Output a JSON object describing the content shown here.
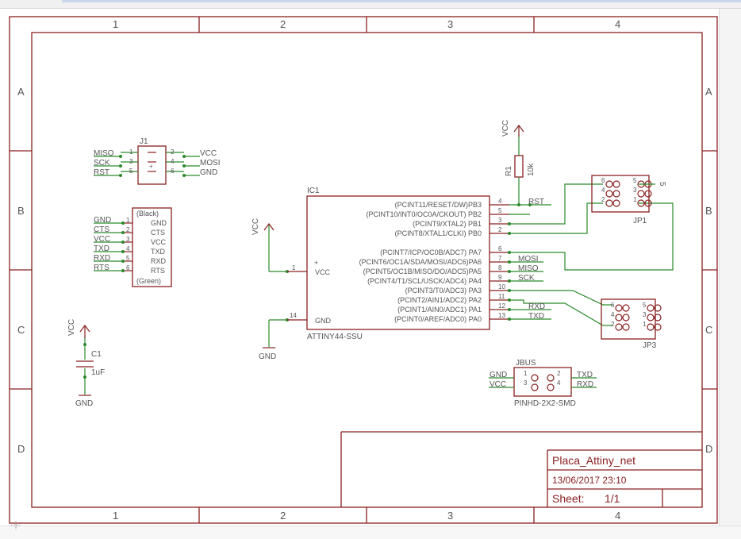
{
  "sheet": {
    "columns": [
      "1",
      "2",
      "3",
      "4"
    ],
    "rows": [
      "A",
      "B",
      "C",
      "D"
    ]
  },
  "title_block": {
    "title": "Placa_Attiny_net",
    "date": "13/06/2017 23:10",
    "sheet_label": "Sheet:",
    "sheet_value": "1/1"
  },
  "ic1": {
    "name": "IC1",
    "part": "ATTINY44-SSU",
    "vcc_pin": "VCC",
    "gnd_pin": "GND",
    "vcc_num": "1",
    "gnd_num": "14",
    "plus": "+",
    "pins": [
      {
        "name": "(PCINT11/RESET/DW)PB3",
        "num": "4"
      },
      {
        "name": "(PCINT10/INT0/OC0A/CKOUT) PB2",
        "num": "5"
      },
      {
        "name": "(PCINT9/XTAL2) PB1",
        "num": "3"
      },
      {
        "name": "(PCINT8/XTAL1/CLKI) PB0",
        "num": "2"
      },
      {
        "name": "(PCINT7/ICP/OC0B/ADC7) PA7",
        "num": "6"
      },
      {
        "name": "(PCINT6/OC1A/SDA/MOSI/ADC6)PA6",
        "num": "7"
      },
      {
        "name": "(PCINT5/OC1B/MISO/DO/ADC5)PA5",
        "num": "8"
      },
      {
        "name": "(PCINT4/T1/SCL/USCK/ADC4) PA4",
        "num": "9"
      },
      {
        "name": "(PCINT3/T0/ADC3) PA3",
        "num": "10"
      },
      {
        "name": "(PCINT2/AIN1/ADC2) PA2",
        "num": "11"
      },
      {
        "name": "(PCINT1/AIN0/ADC1) PA1",
        "num": "12"
      },
      {
        "name": "(PCINT0/AREF/ADC0) PA0",
        "num": "13"
      }
    ],
    "net_labels": [
      "RST",
      "MOSI",
      "MISO",
      "SCK",
      "RXD",
      "TXD"
    ]
  },
  "j1": {
    "name": "J1",
    "left": [
      {
        "net": "MISO",
        "num": "1"
      },
      {
        "net": "SCK",
        "num": "3"
      },
      {
        "net": "RST",
        "num": "5"
      }
    ],
    "right": [
      {
        "net": "VCC",
        "num": "2"
      },
      {
        "net": "MOSI",
        "num": "4"
      },
      {
        "net": "GND",
        "num": "6"
      }
    ],
    "plus": "+"
  },
  "ftdi": {
    "top": "(Black)",
    "bottom": "(Green)",
    "pins": [
      {
        "net": "GND",
        "num": "1",
        "label": "GND"
      },
      {
        "net": "CTS",
        "num": "2",
        "label": "CTS"
      },
      {
        "net": "VCC",
        "num": "3",
        "label": "VCC"
      },
      {
        "net": "TXD",
        "num": "4",
        "label": "TXD"
      },
      {
        "net": "RXD",
        "num": "5",
        "label": "RXD"
      },
      {
        "net": "RTS",
        "num": "6",
        "label": "RTS"
      }
    ]
  },
  "r1": {
    "name": "R1",
    "value": "10k",
    "supply": "VCC"
  },
  "c1": {
    "name": "C1",
    "value": "1uF",
    "supply": "VCC",
    "ground": "GND"
  },
  "ic_supply": {
    "vcc": "VCC",
    "gnd": "GND"
  },
  "jp1": {
    "name": "JP1",
    "pins": [
      "6",
      "5",
      "4",
      "3",
      "2",
      "1"
    ],
    "extra": "5"
  },
  "jp3": {
    "name": "JP3",
    "pins": [
      "6",
      "5",
      "4",
      "3",
      "2",
      "1"
    ]
  },
  "jbus": {
    "name": "JBUS",
    "part": "PINHD-2X2-SMD",
    "left": [
      {
        "net": "GND",
        "num": "1"
      },
      {
        "net": "VCC",
        "num": "3"
      }
    ],
    "right": [
      {
        "net": "TXD",
        "num": "2"
      },
      {
        "net": "RXD",
        "num": "4"
      }
    ]
  }
}
